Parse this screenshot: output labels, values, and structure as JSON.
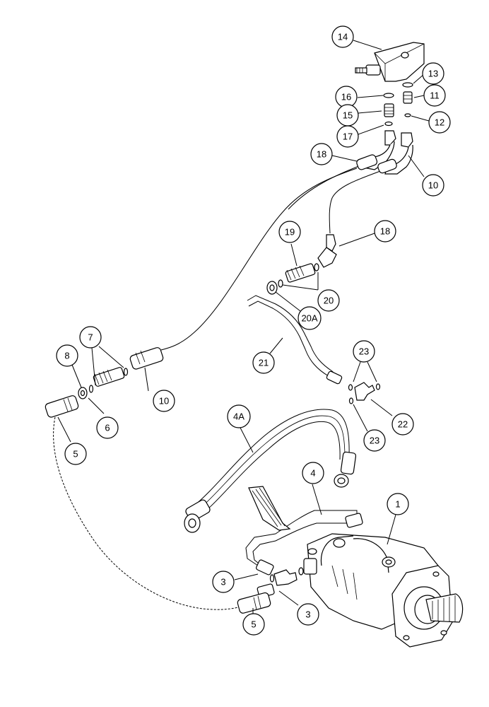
{
  "diagram": {
    "callouts": [
      {
        "id": "c14",
        "label": "14"
      },
      {
        "id": "c13",
        "label": "13"
      },
      {
        "id": "c16",
        "label": "16"
      },
      {
        "id": "c11",
        "label": "11"
      },
      {
        "id": "c15",
        "label": "15"
      },
      {
        "id": "c12",
        "label": "12"
      },
      {
        "id": "c17",
        "label": "17"
      },
      {
        "id": "c18a",
        "label": "18"
      },
      {
        "id": "c10a",
        "label": "10"
      },
      {
        "id": "c19",
        "label": "19"
      },
      {
        "id": "c18b",
        "label": "18"
      },
      {
        "id": "c20",
        "label": "20"
      },
      {
        "id": "c20A",
        "label": "20A"
      },
      {
        "id": "c7",
        "label": "7"
      },
      {
        "id": "c8",
        "label": "8"
      },
      {
        "id": "c21",
        "label": "21"
      },
      {
        "id": "c23a",
        "label": "23"
      },
      {
        "id": "c10b",
        "label": "10"
      },
      {
        "id": "c6",
        "label": "6"
      },
      {
        "id": "c22",
        "label": "22"
      },
      {
        "id": "c23b",
        "label": "23"
      },
      {
        "id": "c5a",
        "label": "5"
      },
      {
        "id": "c4A",
        "label": "4A"
      },
      {
        "id": "c4",
        "label": "4"
      },
      {
        "id": "c1",
        "label": "1"
      },
      {
        "id": "c3a",
        "label": "3"
      },
      {
        "id": "c3b",
        "label": "3"
      },
      {
        "id": "c5b",
        "label": "5"
      }
    ]
  }
}
